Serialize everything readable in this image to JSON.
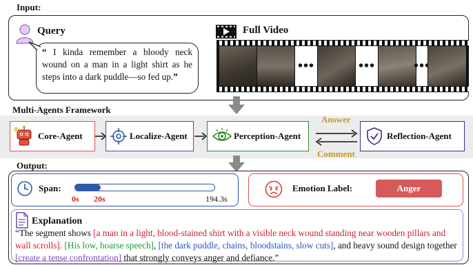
{
  "input": {
    "title": "Input:",
    "query_label": "Query",
    "query_text": "I kinda remember a bloody neck wound on a man in a light shirt as he steps into a dark puddle—so fed up.",
    "open_quote": "“",
    "close_quote": "”",
    "video_label": "Full Video",
    "ellipsis": "•••"
  },
  "framework": {
    "title": "Multi-Agents Framework",
    "agents": [
      {
        "label": "Core-Agent"
      },
      {
        "label": "Localize-Agent"
      },
      {
        "label": "Perception-Agent"
      },
      {
        "label": "Reflection-Agent"
      }
    ],
    "answer_label": "Answer",
    "comment_label": "Comment"
  },
  "output": {
    "title": "Output:",
    "span_label": "Span:",
    "span_start": "0s",
    "span_end": "20s",
    "span_total": "194.3s",
    "span_fraction": 0.103,
    "emotion_label": "Emotion Label:",
    "emotion_value": "Anger",
    "explanation_label": "Explanation",
    "explanation": {
      "t1": "“The segment shows ",
      "red": "[a man in a light, blood-stained shirt with a visible neck wound standing near wooden pillars and wall scrolls].",
      "t2": " ",
      "green": "[His low, hoarse speech]",
      "t3": ", ",
      "blue": "[the dark puddle, chains, bloodstains, slow cuts]",
      "t4": ", and heavy sound design together ",
      "purple": "[create a tense confrontation]",
      "t5": " that strongly conveys anger and defiance.”"
    }
  },
  "colors": {
    "core": "#d9534f",
    "localize": "#3355aa",
    "perception": "#2e8b2e",
    "reflection": "#3a2e8a",
    "gold": "#c29a2a",
    "anger": "#d65a5a"
  }
}
